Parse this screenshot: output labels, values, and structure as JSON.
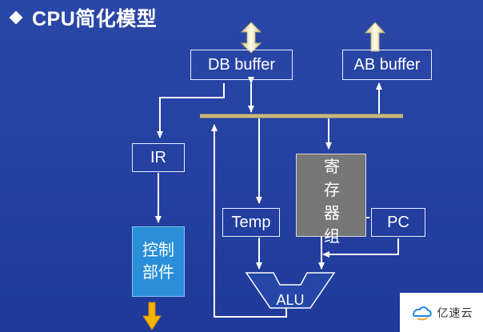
{
  "title": "CPU简化模型",
  "boxes": {
    "db_buffer": "DB buffer",
    "ab_buffer": "AB buffer",
    "ir": "IR",
    "temp": "Temp",
    "pc": "PC",
    "control_line1": "控制",
    "control_line2": "部件",
    "alu": "ALU"
  },
  "registers": [
    "寄",
    "存",
    "器",
    "组"
  ],
  "watermark": {
    "text": "亿速云",
    "icon": "cloud-logo-icon"
  },
  "colors": {
    "background": "#233fa0",
    "bus": "#c9b878",
    "arrow_fill": "#f2e9c8",
    "control": "#2a8fd8",
    "registers": "#777777",
    "output_arrow": "#f5b400"
  }
}
